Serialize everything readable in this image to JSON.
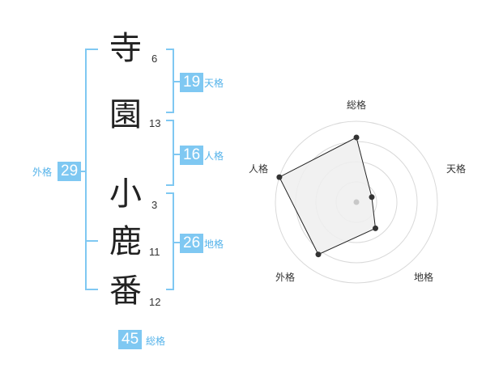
{
  "name_chars": [
    {
      "char": "寺",
      "strokes": "6"
    },
    {
      "char": "園",
      "strokes": "13"
    },
    {
      "char": "小",
      "strokes": "3"
    },
    {
      "char": "鹿",
      "strokes": "11"
    },
    {
      "char": "番",
      "strokes": "12"
    }
  ],
  "kaku": {
    "tenkaku": {
      "value": "19",
      "label": "天格"
    },
    "jinkaku": {
      "value": "16",
      "label": "人格"
    },
    "chikaku": {
      "value": "26",
      "label": "地格"
    },
    "gaikaku": {
      "value": "29",
      "label": "外格"
    },
    "soukaku": {
      "value": "45",
      "label": "総格"
    }
  },
  "radar": {
    "axes": [
      "総格",
      "天格",
      "地格",
      "外格",
      "人格"
    ],
    "values": [
      0.8,
      0.2,
      0.4,
      0.8,
      1.0
    ],
    "max": 1.0,
    "ring_count": 4,
    "colors": {
      "fill": "#eeeeee",
      "line": "#222222",
      "ring": "#d9d9d9",
      "point": "#333333",
      "center": "#c8c8c8"
    }
  },
  "colors": {
    "bracket": "#7fc8f2",
    "badge": "#7fc8f2",
    "badge_label": "#55b3ea"
  }
}
